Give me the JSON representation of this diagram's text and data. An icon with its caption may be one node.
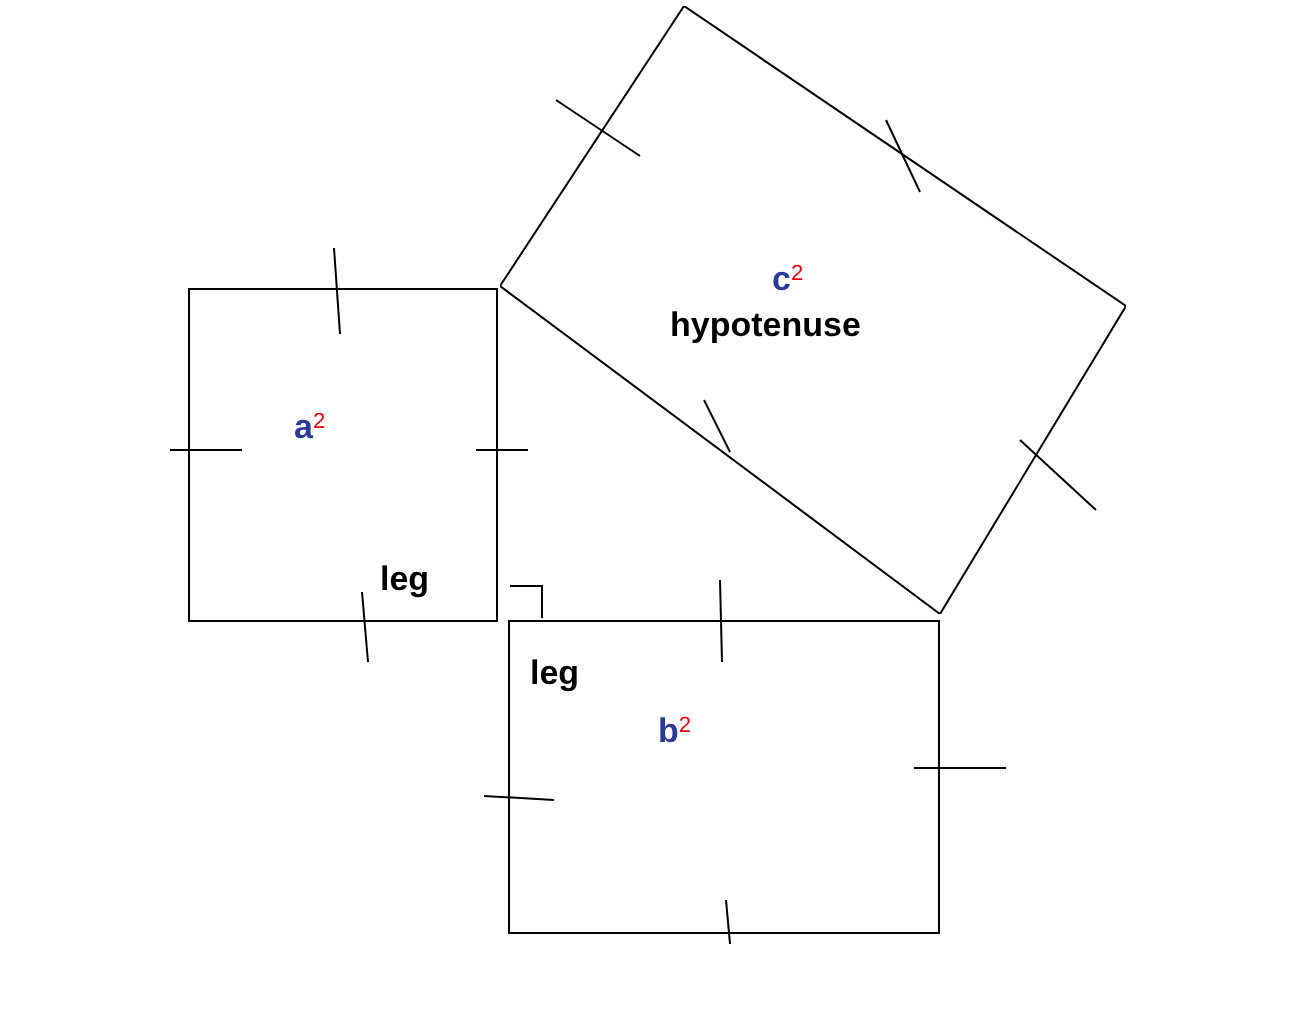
{
  "diagram": {
    "nodes": [
      {
        "text": [
          "a$^{2}$"
        ]
      },
      {
        "text": [
          "c$^{2}$"
        ]
      },
      {
        "text": [
          "b$^{2}$"
        ]
      }
    ],
    "labels": [
      "leg",
      "hypotenuse",
      "leg"
    ]
  }
}
